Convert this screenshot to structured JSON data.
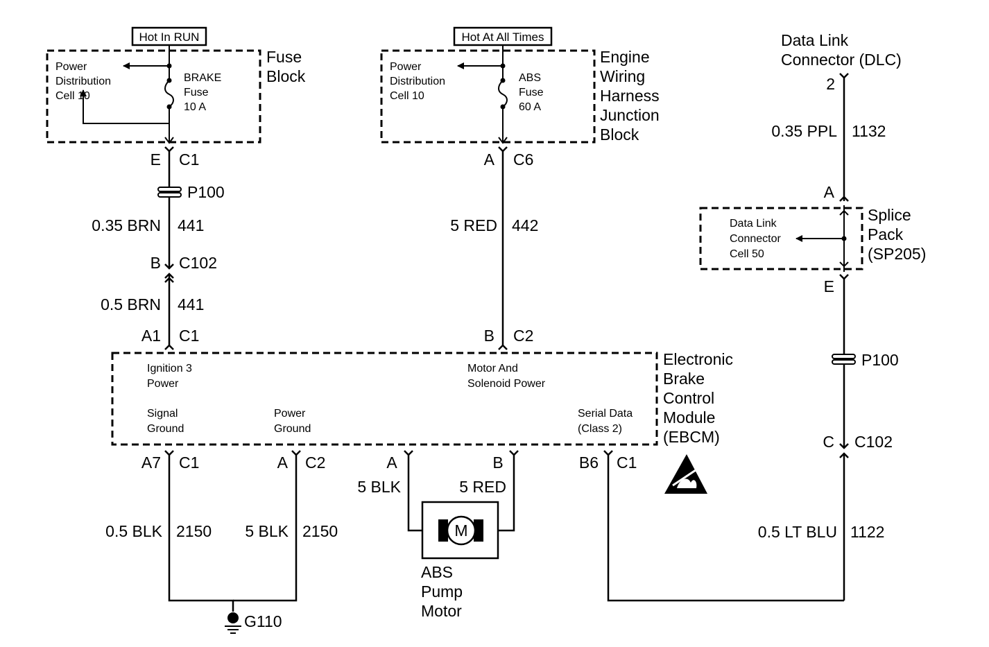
{
  "fuse_block": {
    "hot_label": "Hot In RUN",
    "title": [
      "Fuse",
      "Block"
    ],
    "cell": [
      "Power",
      "Distribution",
      "Cell 10"
    ],
    "fuse": [
      "BRAKE",
      "Fuse",
      "10 A"
    ]
  },
  "junction_block": {
    "hot_label": "Hot At All Times",
    "title": [
      "Engine",
      "Wiring",
      "Harness",
      "Junction",
      "Block"
    ],
    "cell": [
      "Power",
      "Distribution",
      "Cell 10"
    ],
    "fuse": [
      "ABS",
      "Fuse",
      "60 A"
    ]
  },
  "dlc": {
    "title": [
      "Data Link",
      "Connector (DLC)"
    ],
    "pin": "2"
  },
  "splice_pack": {
    "title": [
      "Splice",
      "Pack",
      "(SP205)"
    ],
    "cell": [
      "Data Link",
      "Connector",
      "Cell 50"
    ],
    "pin_top": "A",
    "pin_bottom": "E"
  },
  "ebcm": {
    "title": [
      "Electronic",
      "Brake",
      "Control",
      "Module",
      "(EBCM)"
    ],
    "ign": [
      "Ignition 3",
      "Power"
    ],
    "motor_power": [
      "Motor And",
      "Solenoid Power"
    ],
    "sig_gnd": [
      "Signal",
      "Ground"
    ],
    "pwr_gnd": [
      "Power",
      "Ground"
    ],
    "serial": [
      "Serial Data",
      "(Class 2)"
    ]
  },
  "connectors": {
    "c1_top_pin": "E",
    "c1_top": "C1",
    "p100_left": "P100",
    "c102_left_pin": "B",
    "c102_left": "C102",
    "ebcm_a1_pin": "A1",
    "ebcm_a1": "C1",
    "c6_pin": "A",
    "c6": "C6",
    "ebcm_b_pin": "B",
    "ebcm_c2": "C2",
    "p100_right": "P100",
    "c102_right_pin": "C",
    "c102_right": "C102",
    "a7_pin": "A7",
    "a7_conn": "C1",
    "a_c2_pin": "A",
    "a_c2_conn": "C2",
    "motor_a": "A",
    "motor_b": "B",
    "b6_pin": "B6",
    "b6_conn": "C1",
    "ground": "G110"
  },
  "wires": {
    "w1_size": "0.35 BRN",
    "w1_circuit": "441",
    "w2_size": "0.5 BRN",
    "w2_circuit": "441",
    "w3_size": "5 RED",
    "w3_circuit": "442",
    "w4_size": "0.35 PPL",
    "w4_circuit": "1132",
    "w5_size": "0.5 BLK",
    "w5_circuit": "2150",
    "w6_size": "5 BLK",
    "w6_circuit": "2150",
    "w7_size": "5 BLK",
    "w8_size": "5 RED",
    "w9_size": "0.5 LT BLU",
    "w9_circuit": "1122"
  },
  "motor": {
    "symbol": "M",
    "title": [
      "ABS",
      "Pump",
      "Motor"
    ]
  }
}
